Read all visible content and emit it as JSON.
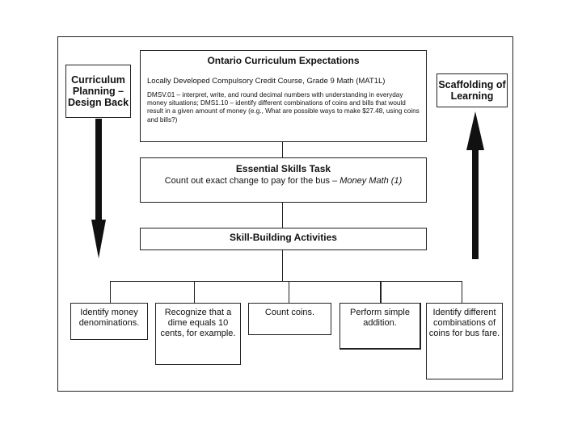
{
  "left_label": "Curriculum Planning – Design Back",
  "right_label": "Scaffolding of Learning",
  "expectations": {
    "title": "Ontario Curriculum Expectations",
    "course": "Locally Developed Compulsory Credit Course, Grade 9 Math (MAT1L)",
    "detail": "DMSV.01 – interpret, write, and round decimal numbers with understanding in everyday money situations; DMS1.10 – identify different combinations of coins and bills that would result in a given amount of money (e.g., What are possible ways to make $27.48, using coins and bills?)"
  },
  "task": {
    "title": "Essential Skills Task",
    "text": "Count out exact change to pay for the bus – ",
    "source": "Money Math (1)"
  },
  "skill_building": "Skill-Building Activities",
  "activities": [
    "Identify money denominations.",
    "Recognize that a dime equals 10 cents, for example.",
    "Count coins.",
    "Perform simple addition.",
    "Identify different combinations of coins for bus fare."
  ]
}
